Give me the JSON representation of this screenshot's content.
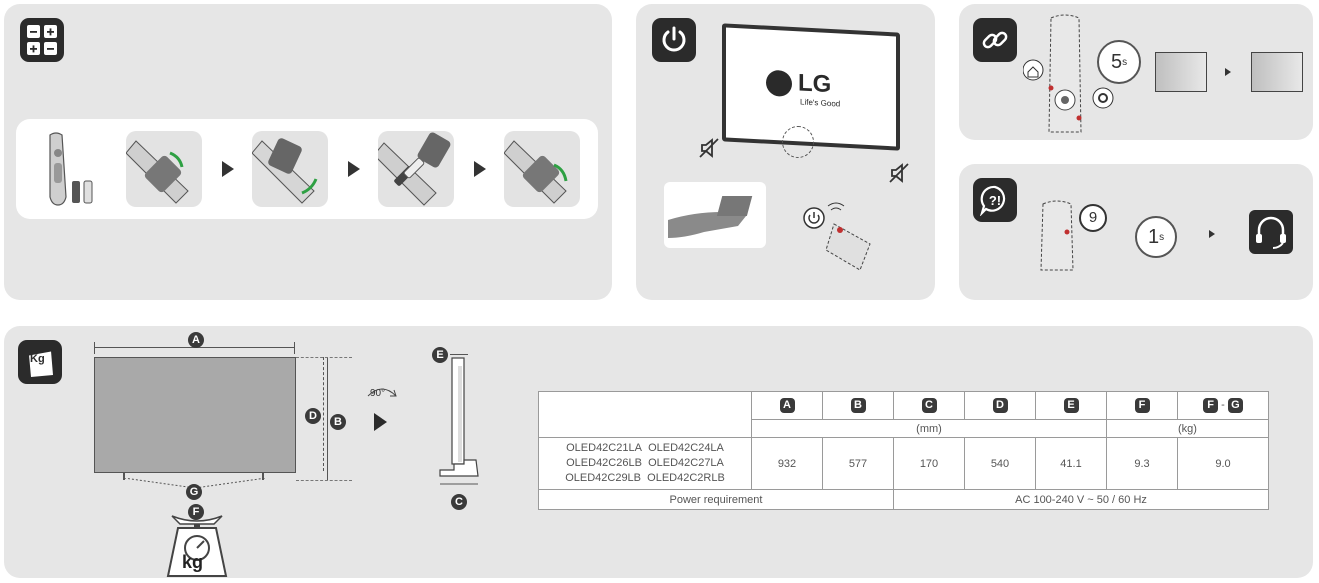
{
  "tv_screen": {
    "logo": "LG",
    "tagline": "Life's Good"
  },
  "reset": {
    "seconds": "5",
    "unit": "s"
  },
  "support": {
    "button": "9",
    "seconds": "1",
    "unit": "s"
  },
  "dimensions": {
    "rotate": "90°",
    "labels": {
      "a": "A",
      "b": "B",
      "c": "C",
      "d": "D",
      "e": "E",
      "f": "F",
      "g": "G"
    },
    "scale_unit": "kg",
    "badge_unit": "Kg"
  },
  "spec_table": {
    "headers": [
      "A",
      "B",
      "C",
      "D",
      "E",
      "F",
      "F",
      "G"
    ],
    "unit_mm": "(mm)",
    "unit_kg": "(kg)",
    "models": [
      "OLED42C21LA",
      "OLED42C24LA",
      "OLED42C26LB",
      "OLED42C27LA",
      "OLED42C29LB",
      "OLED42C2RLB"
    ],
    "values": [
      "932",
      "577",
      "170",
      "540",
      "41.1",
      "9.3",
      "9.0"
    ],
    "power_label": "Power requirement",
    "power_value": "AC 100-240 V ~ 50 / 60 Hz"
  }
}
